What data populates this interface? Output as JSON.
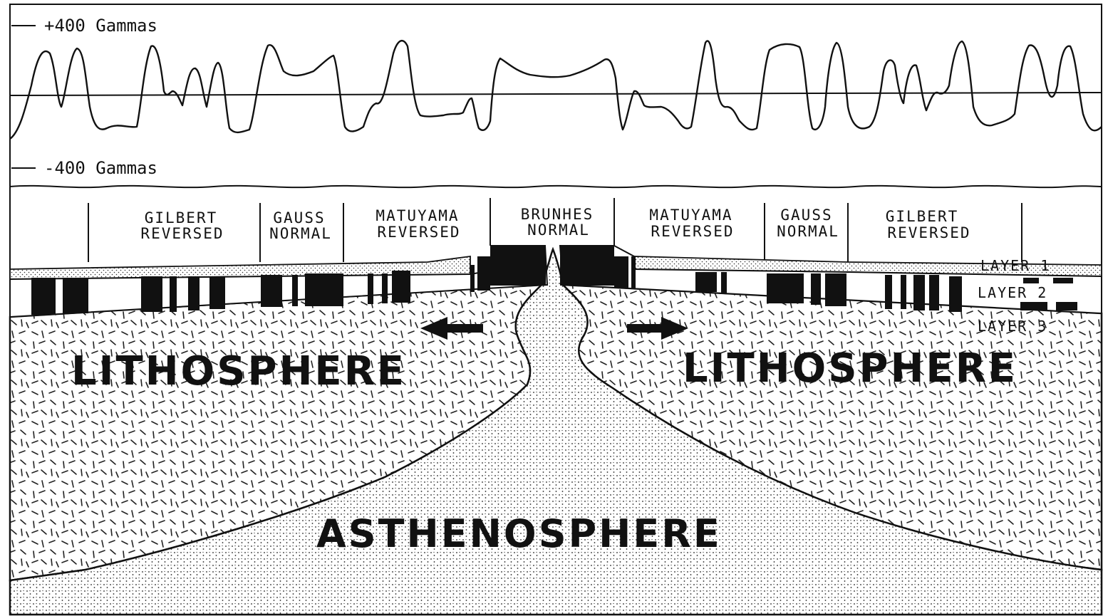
{
  "magnetic_profile": {
    "upper_label": "+400 Gammas",
    "lower_label": "-400 Gammas"
  },
  "epochs": [
    {
      "name": "GILBERT",
      "polarity": "REVERSED"
    },
    {
      "name": "GAUSS",
      "polarity": "NORMAL"
    },
    {
      "name": "MATUYAMA",
      "polarity": "REVERSED"
    },
    {
      "name": "BRUNHES",
      "polarity": "NORMAL"
    },
    {
      "name": "MATUYAMA",
      "polarity": "REVERSED"
    },
    {
      "name": "GAUSS",
      "polarity": "NORMAL"
    },
    {
      "name": "GILBERT",
      "polarity": "REVERSED"
    }
  ],
  "layers": [
    "LAYER 1",
    "LAYER 2",
    "LAYER 3"
  ],
  "regions": {
    "lithosphere_left": "LITHOSPHERE",
    "lithosphere_right": "LITHOSPHERE",
    "asthenosphere": "ASTHENOSPHERE"
  },
  "colors": {
    "ink": "#111111",
    "paper": "#ffffff"
  }
}
